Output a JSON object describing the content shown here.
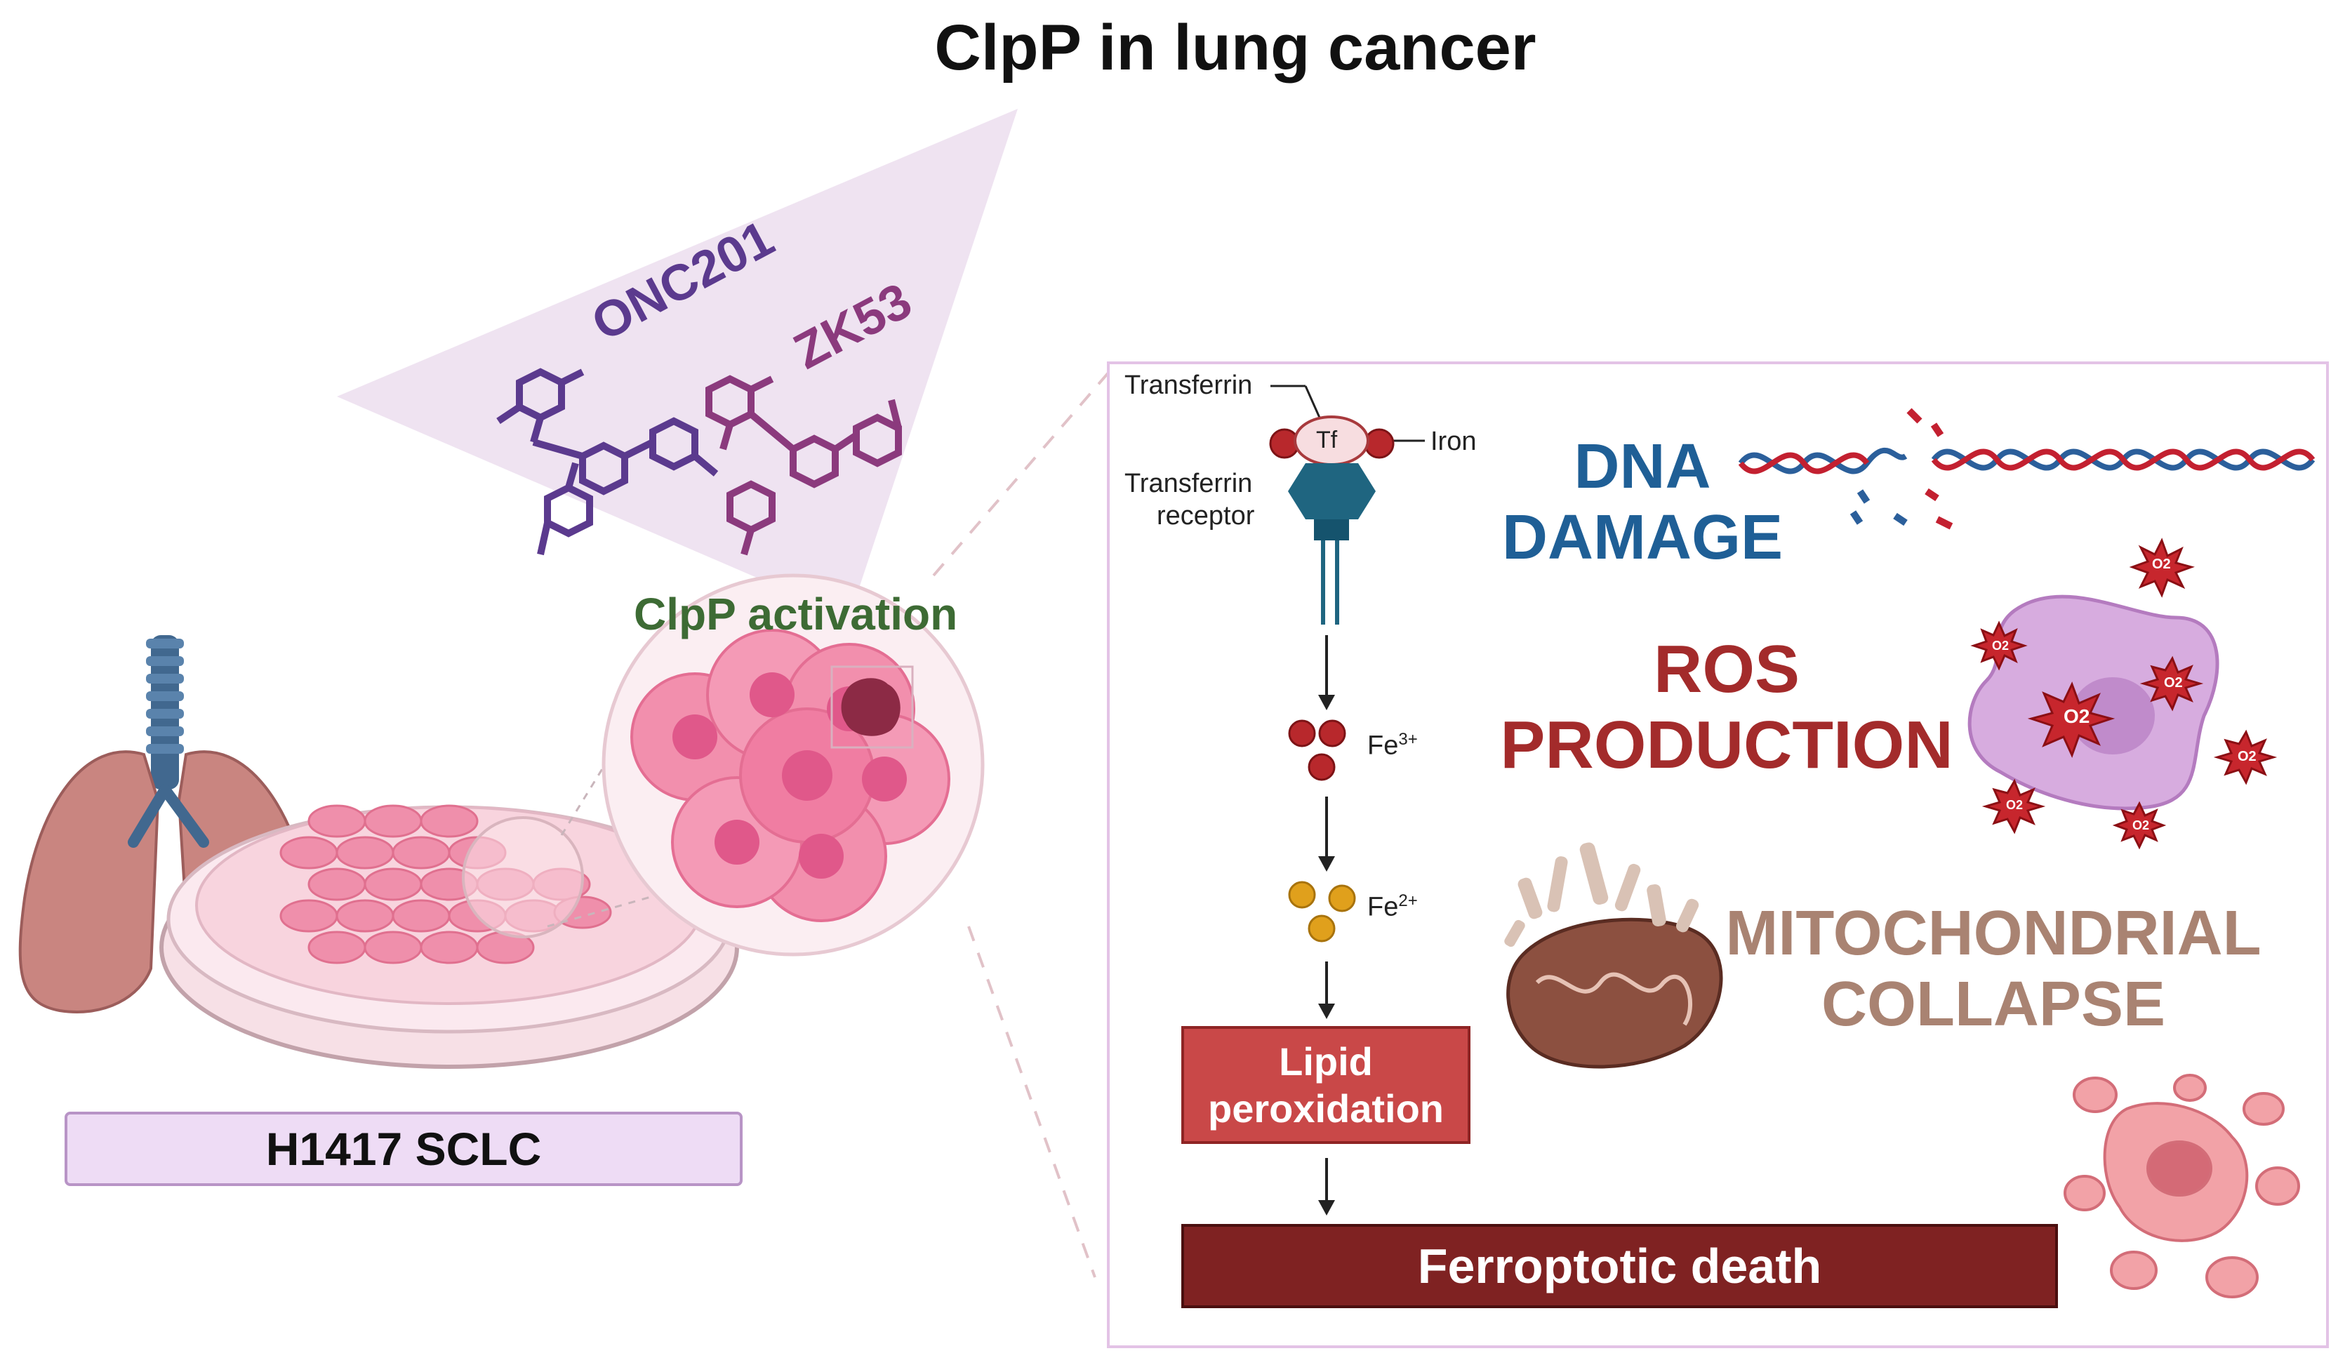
{
  "title": "ClpP in lung cancer",
  "left": {
    "cell_line_label": "H1417 SCLC",
    "activation_label": "ClpP activation",
    "compounds": [
      "ONC201",
      "ZK53"
    ]
  },
  "pathway": {
    "transferrin_label": "Transferrin",
    "tf_label": "Tf",
    "iron_label": "Iron",
    "receptor_label_line1": "Transferrin",
    "receptor_label_line2": "receptor",
    "fe3_base": "Fe",
    "fe3_charge": "3+",
    "fe2_base": "Fe",
    "fe2_charge": "2+",
    "lipid_line1": "Lipid",
    "lipid_line2": "peroxidation",
    "death_label": "Ferroptotic death"
  },
  "effects": {
    "dna_line1": "DNA",
    "dna_line2": "DAMAGE",
    "ros_line1": "ROS",
    "ros_line2": "PRODUCTION",
    "mito_line1": "MITOCHONDRIAL",
    "mito_line2": "COLLAPSE",
    "o2_label": "O2"
  },
  "colors": {
    "dna_blue": "#1f5f96",
    "ros_red": "#a32b2b",
    "mito_brown": "#a98372",
    "lipid_red": "#c94848",
    "death_dark_red": "#7f2222",
    "activation_green": "#3d6b34"
  }
}
